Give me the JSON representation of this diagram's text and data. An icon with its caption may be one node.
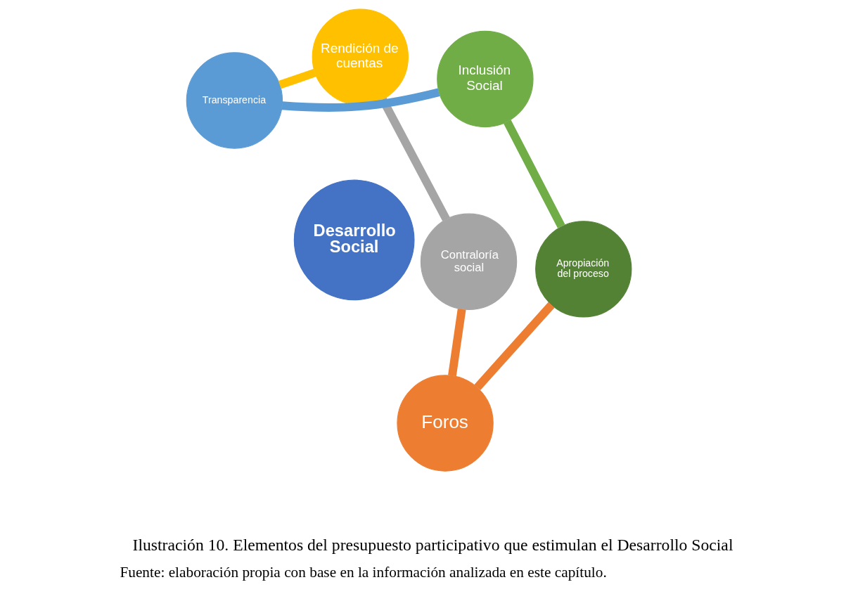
{
  "diagram": {
    "title": "Ilustración 10. Elementos del presupuesto participativo que estimulan el Desarrollo Social",
    "caption": "Fuente: elaboración propia con base en la información analizada en este capítulo.",
    "nodes": [
      {
        "text": [
          "Desarrollo Social"
        ]
      },
      {
        "text": [
          "Foros"
        ]
      },
      {
        "text": [
          "Contraloría social"
        ]
      },
      {
        "text": [
          "Rendición de cuentas"
        ]
      },
      {
        "text": [
          "Transparencia"
        ]
      },
      {
        "text": [
          "Inclusión Social"
        ]
      },
      {
        "text": [
          "Apropiación del proceso"
        ]
      }
    ],
    "edges": [
      {
        "from": 1,
        "to": 2,
        "arrow": "none",
        "color": "#ed7d31"
      },
      {
        "from": 2,
        "to": 3,
        "arrow": "none",
        "color": "#a5a5a5"
      },
      {
        "from": 3,
        "to": 4,
        "arrow": "none",
        "color": "#ffc000"
      },
      {
        "from": 4,
        "to": 5,
        "arrow": "none",
        "color": "#5b9bd5"
      },
      {
        "from": 5,
        "to": 6,
        "arrow": "none",
        "color": "#70ad47"
      },
      {
        "from": 6,
        "to": 1,
        "arrow": "none",
        "color": "#ed7d31"
      }
    ]
  }
}
